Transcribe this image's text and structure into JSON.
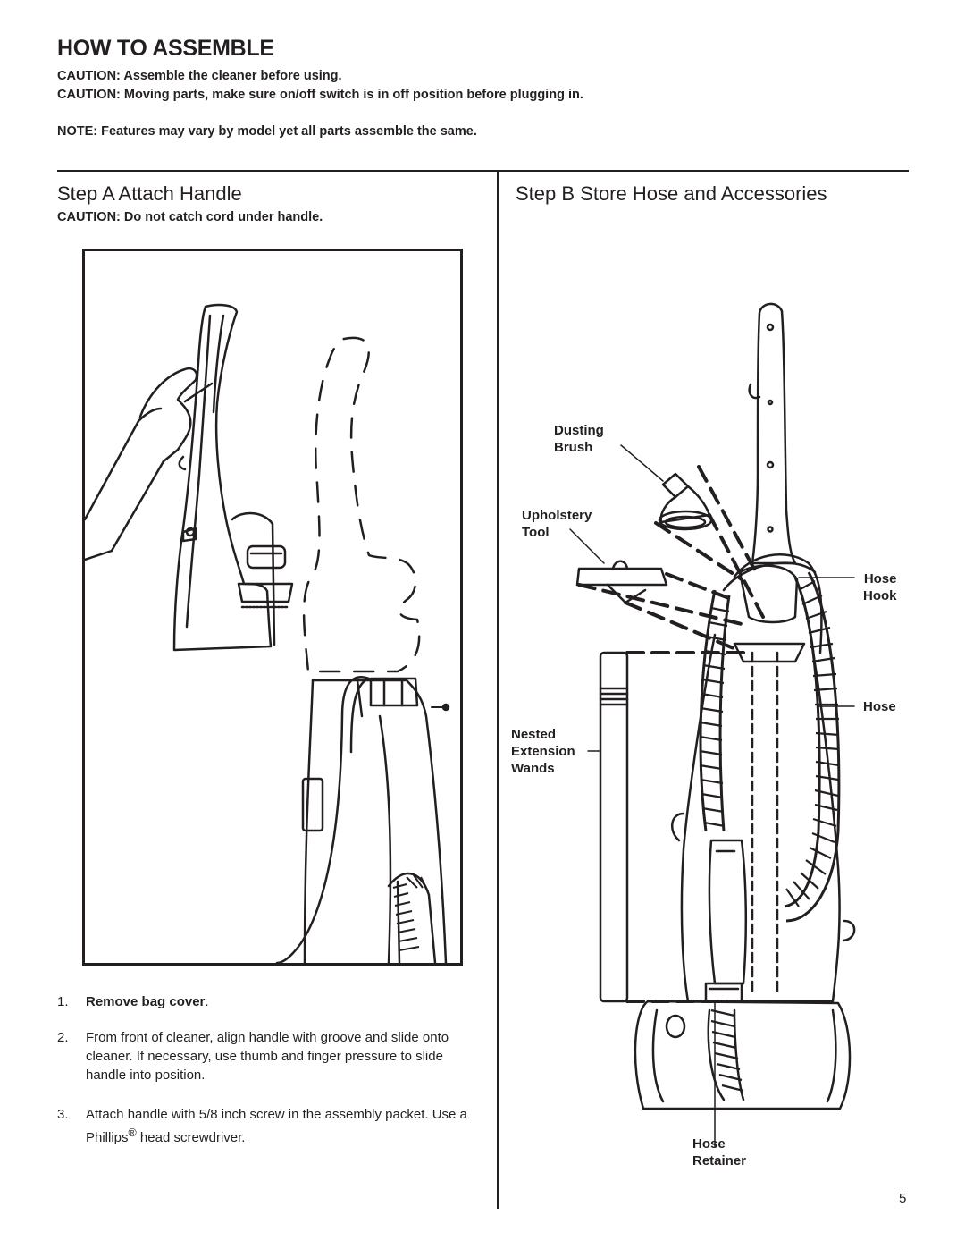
{
  "header": {
    "title": "HOW TO ASSEMBLE",
    "caution_1": "CAUTION:  Assemble the cleaner before using.",
    "caution_2": "CAUTION:  Moving parts, make sure on/off switch is in off position before plugging in.",
    "note": "NOTE:  Features may vary by model yet all parts assemble the same."
  },
  "step_a": {
    "heading": "Step A  Attach Handle",
    "caution": "CAUTION: Do not catch cord under handle.",
    "instructions": [
      {
        "num": "1.",
        "bold": "Remove bag cover",
        "text": "."
      },
      {
        "num": "2.",
        "text": "From front of cleaner, align handle with groove and slide onto cleaner. If necessary, use thumb and finger pressure to slide handle into position."
      },
      {
        "num": "3.",
        "text_before": "Attach handle with 5/8 inch screw in the assembly packet. Use a Phillips",
        "reg": "®",
        "text_after": " head screwdriver."
      }
    ]
  },
  "step_b": {
    "heading": "Step B  Store Hose and Accessories",
    "labels": {
      "dusting_brush": [
        "Dusting",
        "Brush"
      ],
      "upholstery_tool": [
        "Upholstery",
        "Tool"
      ],
      "hose_hook": [
        "Hose",
        "Hook"
      ],
      "hose": "Hose",
      "nested_wands": [
        "Nested",
        "Extension",
        "Wands"
      ],
      "hose_retainer": [
        "Hose",
        "Retainer"
      ]
    }
  },
  "page_number": "5"
}
